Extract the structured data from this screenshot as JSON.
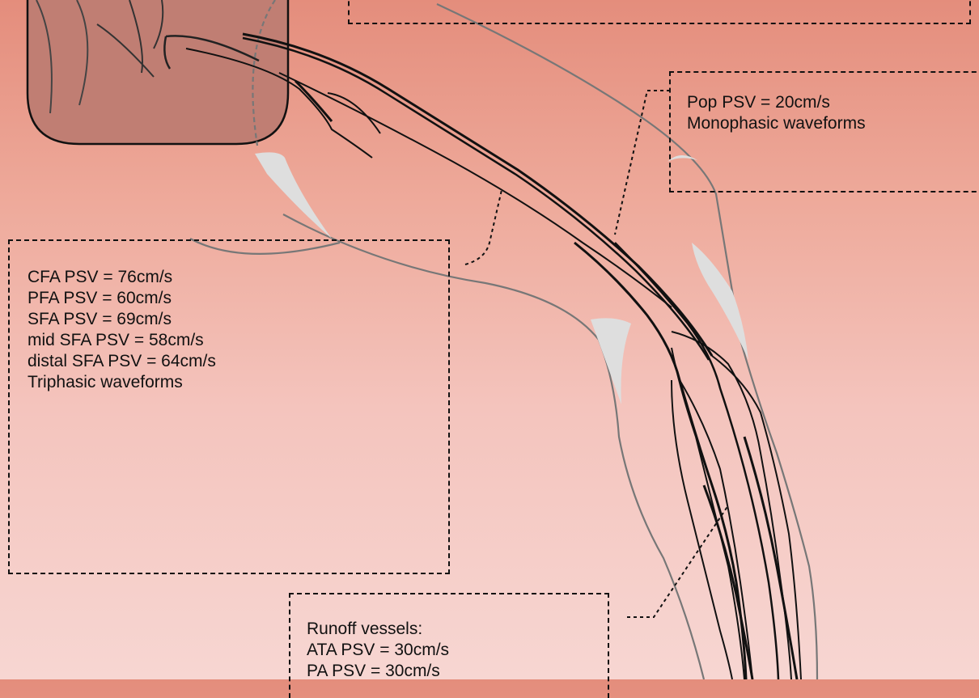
{
  "annotations": {
    "pop": {
      "lines": [
        "Pop PSV = 20cm/s",
        "Monophasic waveforms"
      ]
    },
    "thigh": {
      "lines": [
        "CFA PSV = 76cm/s",
        "PFA PSV = 60cm/s",
        "SFA PSV = 69cm/s",
        "mid SFA PSV = 58cm/s",
        "distal SFA PSV = 64cm/s",
        "Triphasic waveforms"
      ]
    },
    "runoff": {
      "lines": [
        "Runoff vessels:",
        "ATA PSV = 30cm/s",
        "PA PSV = 30cm/s"
      ]
    }
  },
  "colors": {
    "background_top": "#e48d7c",
    "background_bottom": "#f7d6d2",
    "pelvis_fill": "#c07e73",
    "vessel": "#111111",
    "leg_outline": "#777777",
    "bone_highlight": "#dedede"
  }
}
